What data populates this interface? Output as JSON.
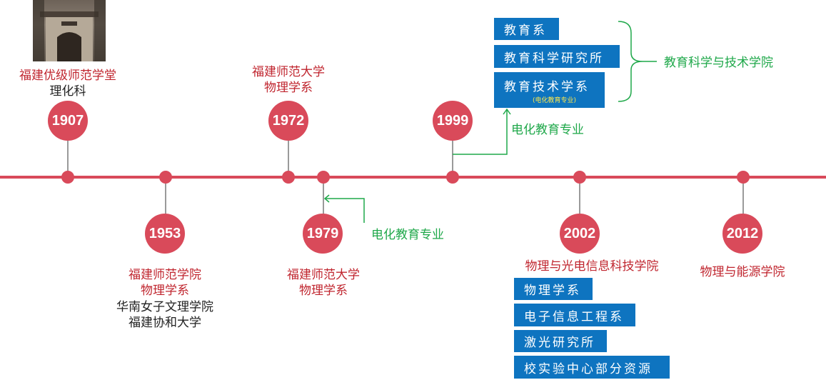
{
  "events": [
    {
      "year": "1907",
      "title": "福建优级师范学堂",
      "lines": [
        "理化科"
      ]
    },
    {
      "year": "1953",
      "title_lines": [
        "福建师范学院",
        "物理学系"
      ],
      "lines": [
        "华南女子文理学院",
        "福建协和大学"
      ]
    },
    {
      "year": "1972",
      "title_lines": [
        "福建师范大学",
        "物理学系"
      ]
    },
    {
      "year": "1979",
      "title_lines": [
        "福建师范大学",
        "物理学系"
      ],
      "note": "电化教育专业"
    },
    {
      "year": "1999",
      "note": "电化教育专业"
    },
    {
      "year": "2002",
      "title": "物理与光电信息科技学院"
    },
    {
      "year": "2012",
      "title": "物理与能源学院"
    }
  ],
  "boxes_1999": [
    {
      "label": "教育系"
    },
    {
      "label": "教育科学研究所"
    },
    {
      "label": "教育技术学系",
      "sub": "(电化教育专业)"
    }
  ],
  "group_1999": "教育科学与技术学院",
  "boxes_2002": [
    {
      "label": "物理学系"
    },
    {
      "label": "电子信息工程系"
    },
    {
      "label": "激光研究所"
    },
    {
      "label": "校实验中心部分资源"
    }
  ],
  "colors": {
    "timeline": "#d94a5a",
    "accent_green": "#1fa84a",
    "box_blue": "#0e74c0",
    "title_red": "#c0262f"
  }
}
